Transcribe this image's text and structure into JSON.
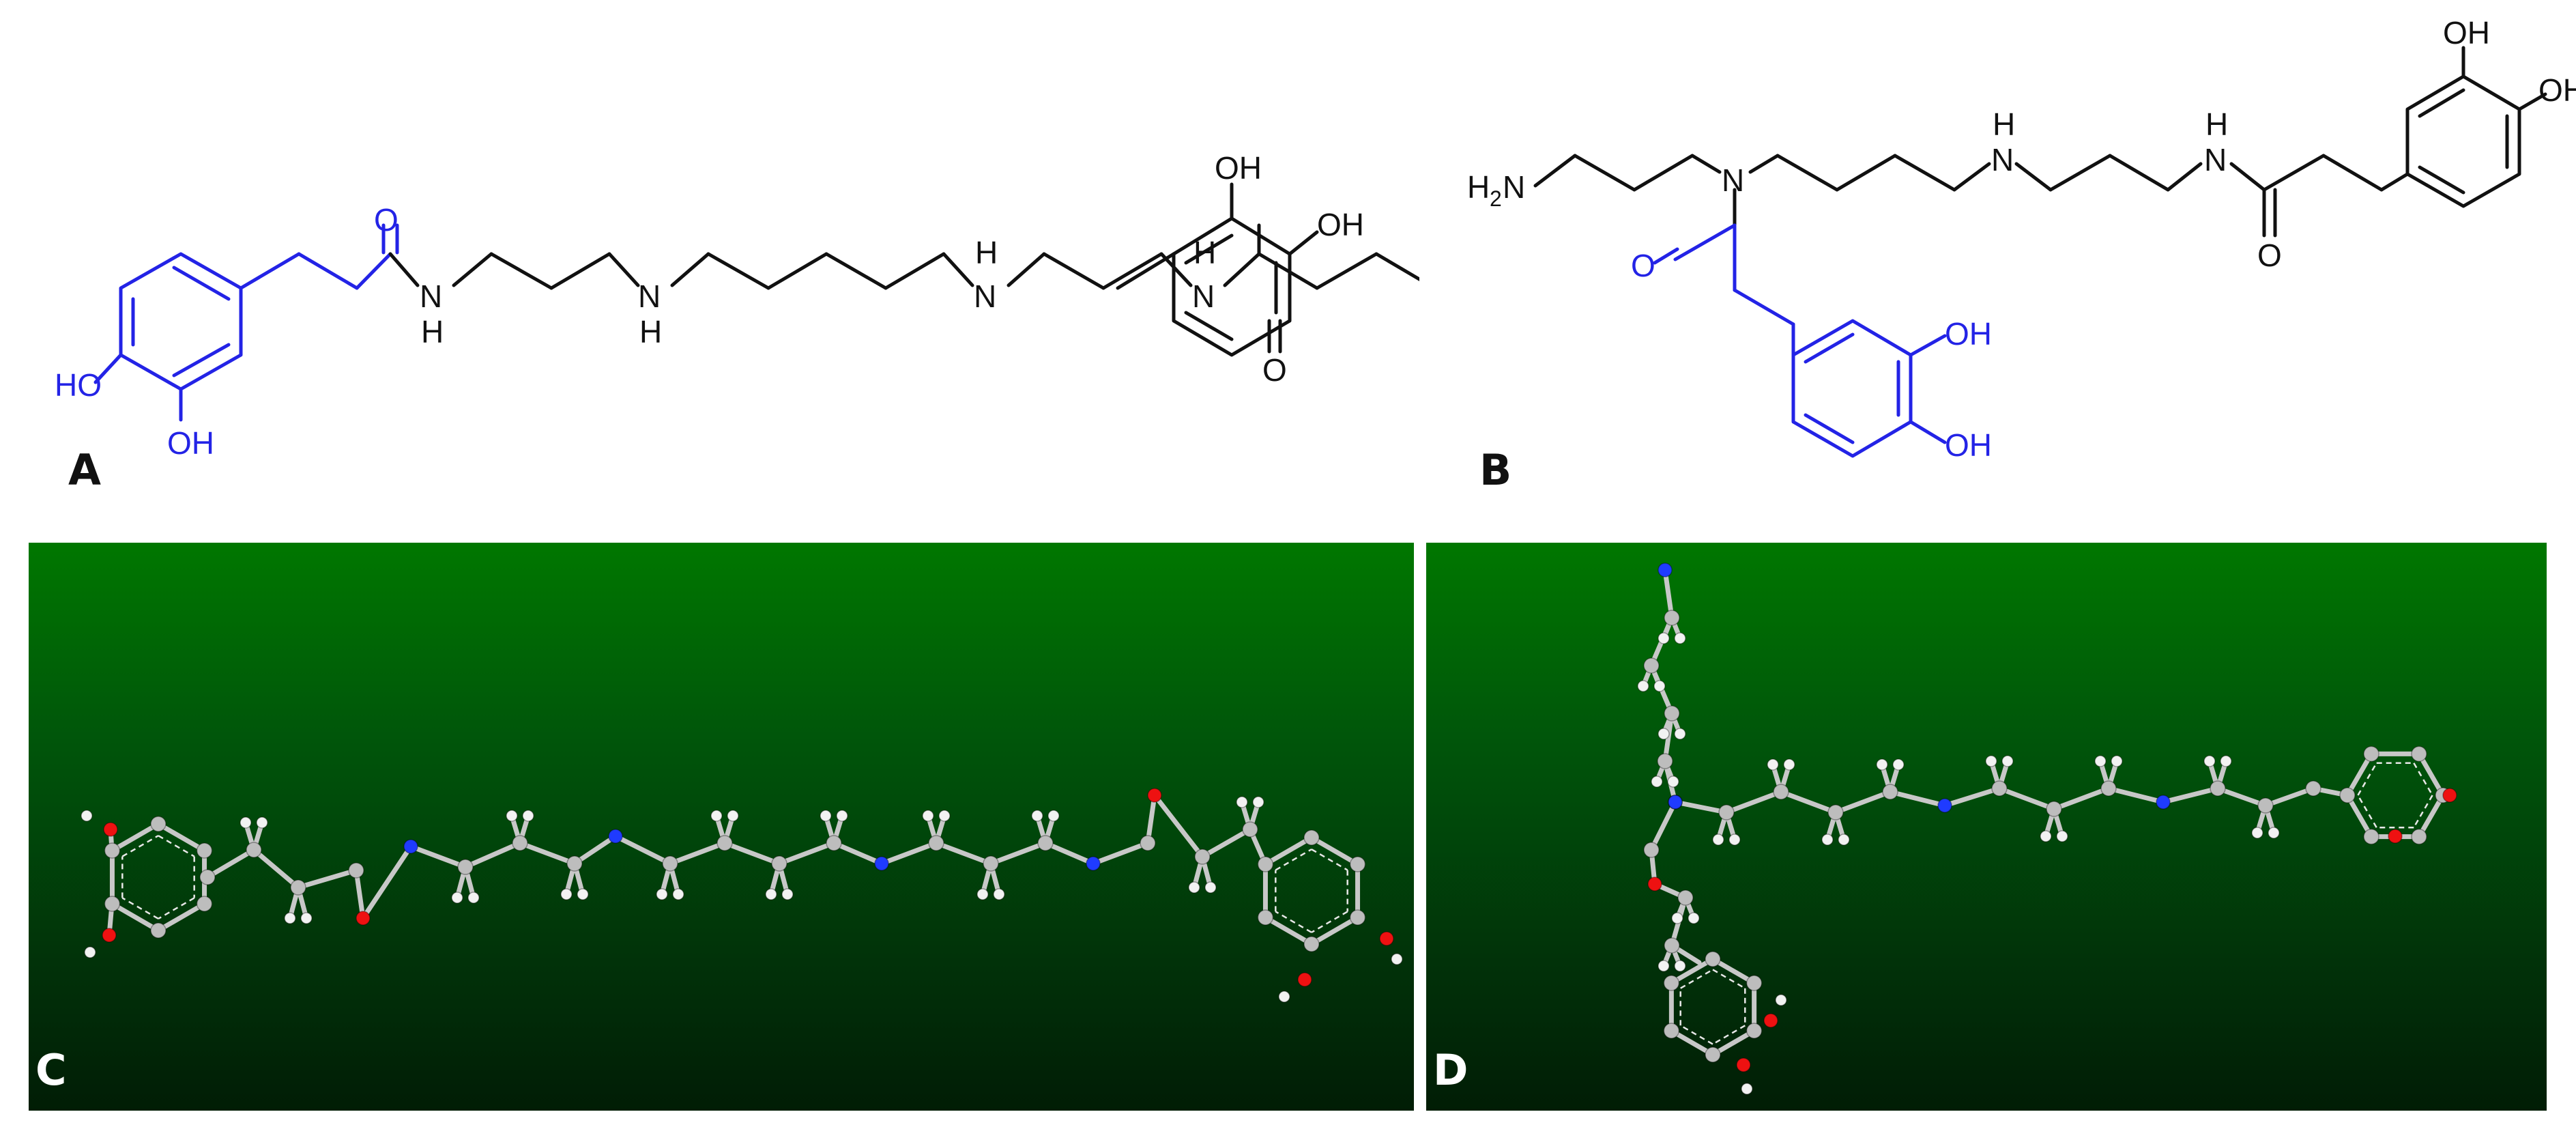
{
  "figure": {
    "panels": [
      {
        "id": "A",
        "label": "A",
        "kind": "2D structure",
        "atom_labels": {
          "nh": [
            "H",
            "N"
          ],
          "o": "O",
          "oh": "OH",
          "ho": "HO"
        }
      },
      {
        "id": "B",
        "label": "B",
        "kind": "2D structure",
        "atom_labels": {
          "h2n_h": "H",
          "h2n_sub": "2",
          "h2n_n": "N",
          "n": "N",
          "h": "H",
          "o": "O",
          "oh": "OH"
        }
      },
      {
        "id": "C",
        "label": "C",
        "kind": "3D ball-and-stick model"
      },
      {
        "id": "D",
        "label": "D",
        "kind": "3D ball-and-stick model"
      }
    ],
    "colors": {
      "highlight": "#2323e6",
      "bond": "#111111",
      "background_3d_top": "#007700",
      "background_3d_bottom": "#011d05",
      "carbon": "#bdbdbd",
      "hydrogen": "#f2f2f2",
      "nitrogen": "#1f3bff",
      "oxygen": "#ee1111"
    }
  }
}
